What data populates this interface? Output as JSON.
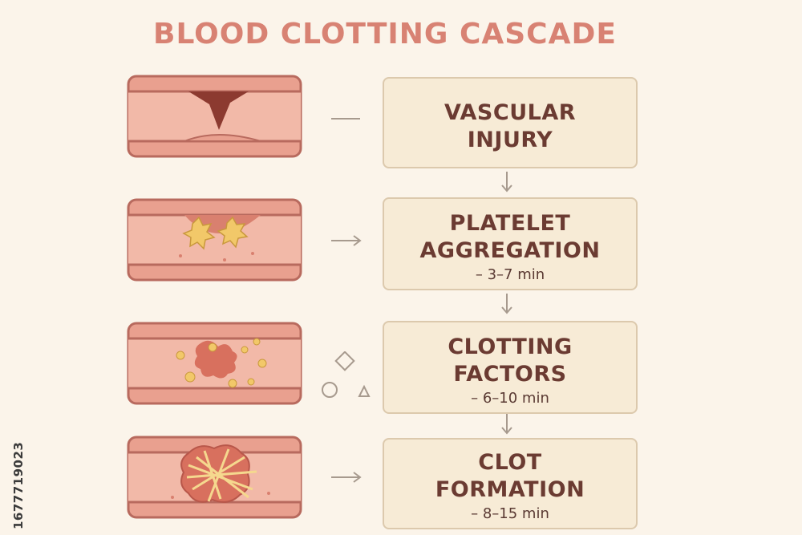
{
  "title": "BLOOD CLOTTING CASCADE",
  "side_id": "1677719023",
  "colors": {
    "title": "#d88273",
    "vessel_wall": "#e9a08f",
    "vessel_dark": "#b86a5e",
    "box_fill": "#f7ebd6",
    "box_border": "#dcc9ad",
    "box_text": "#6b3b32",
    "platelet": "#f2c869",
    "clot": "#d8705e"
  },
  "steps": [
    {
      "title_line1": "VASCULAR",
      "title_line2": "INJURY",
      "duration": ""
    },
    {
      "title_line1": "PLATELET",
      "title_line2": "AGGREGATION",
      "duration": "– 3–7 min"
    },
    {
      "title_line1": "CLOTTING",
      "title_line2": "FACTORS",
      "duration": "– 6–10 min"
    },
    {
      "title_line1": "CLOT",
      "title_line2": "FORMATION",
      "duration": "– 8–15 min"
    }
  ]
}
